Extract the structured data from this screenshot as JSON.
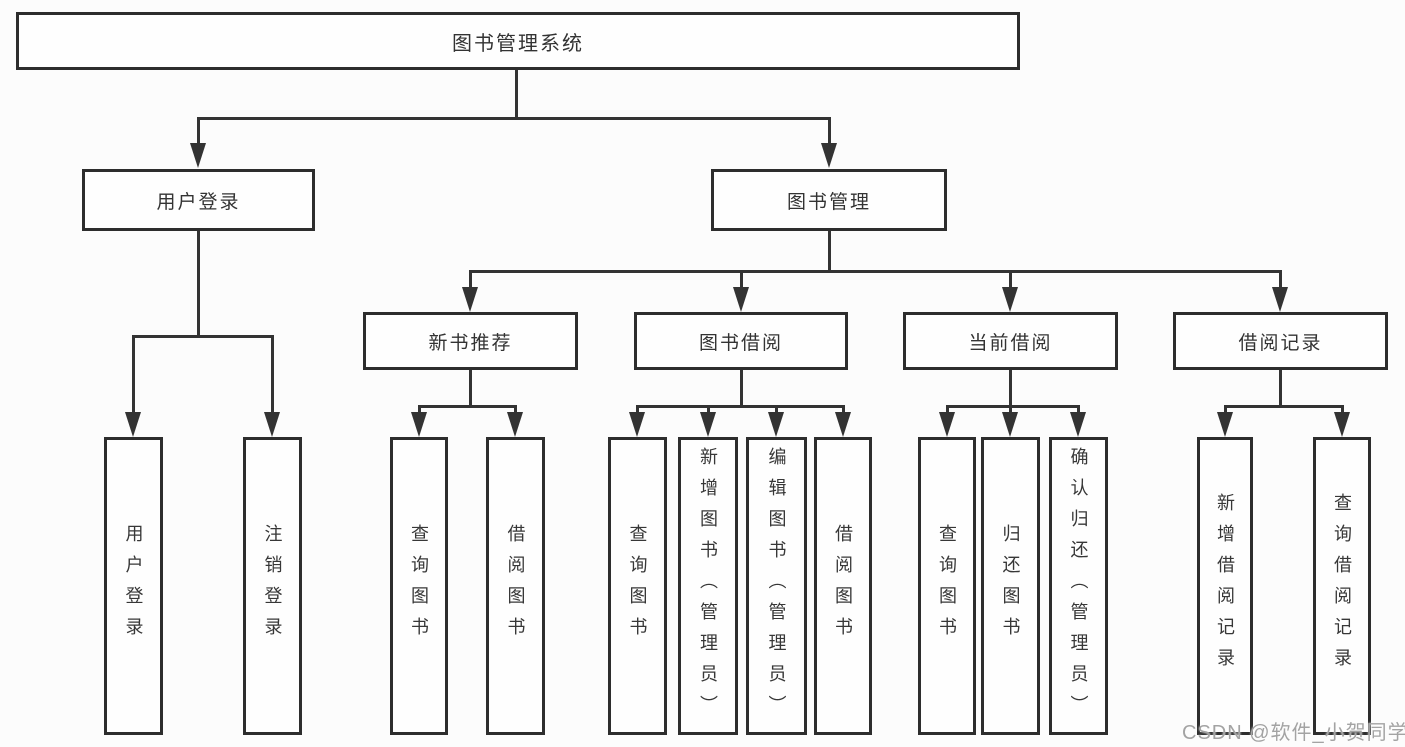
{
  "colors": {
    "background": "#fcfcfc",
    "line": "#333333",
    "box_border": "#2d2d2d",
    "box_fill": "#fefefe",
    "text": "#333333",
    "watermark": "#a3a3a3"
  },
  "watermark": {
    "text": "CSDN @软件_小贺同学"
  },
  "tree": {
    "label": "图书管理系统",
    "children": [
      {
        "label": "用户登录",
        "children": [
          {
            "label": "用户登录"
          },
          {
            "label": "注销登录"
          }
        ]
      },
      {
        "label": "图书管理",
        "children": [
          {
            "label": "新书推荐",
            "children": [
              {
                "label": "查询图书"
              },
              {
                "label": "借阅图书"
              }
            ]
          },
          {
            "label": "图书借阅",
            "children": [
              {
                "label": "查询图书"
              },
              {
                "label": "新增图书（管理员）"
              },
              {
                "label": "编辑图书（管理员）"
              },
              {
                "label": "借阅图书"
              }
            ]
          },
          {
            "label": "当前借阅",
            "children": [
              {
                "label": "查询图书"
              },
              {
                "label": "归还图书"
              },
              {
                "label": "确认归还（管理员）"
              }
            ]
          },
          {
            "label": "借阅记录",
            "children": [
              {
                "label": "新增借阅记录"
              },
              {
                "label": "查询借阅记录"
              }
            ]
          }
        ]
      }
    ]
  }
}
